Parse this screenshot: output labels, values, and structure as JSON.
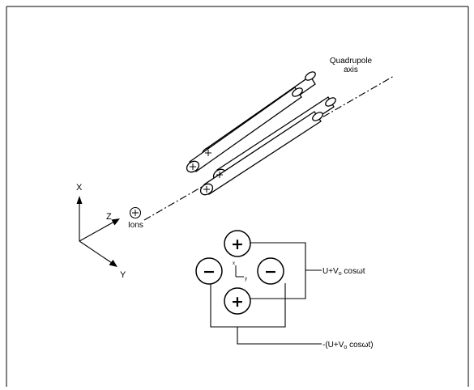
{
  "labels": {
    "axis_line1": "Quadrupole",
    "axis_line2": "axis",
    "ions": "Ions",
    "x_axis": "X",
    "y_axis": "Y",
    "z_axis": "Z",
    "plus_sign": "+",
    "minus_sign": "−",
    "small_x": "x",
    "small_y": "y",
    "voltage_top_prefix": "U+V",
    "voltage_top_sub": "o",
    "voltage_top_suffix": " cosωt",
    "voltage_bottom_prefix": "-(U+V",
    "voltage_bottom_sub": "o",
    "voltage_bottom_suffix": " cosωt)"
  }
}
